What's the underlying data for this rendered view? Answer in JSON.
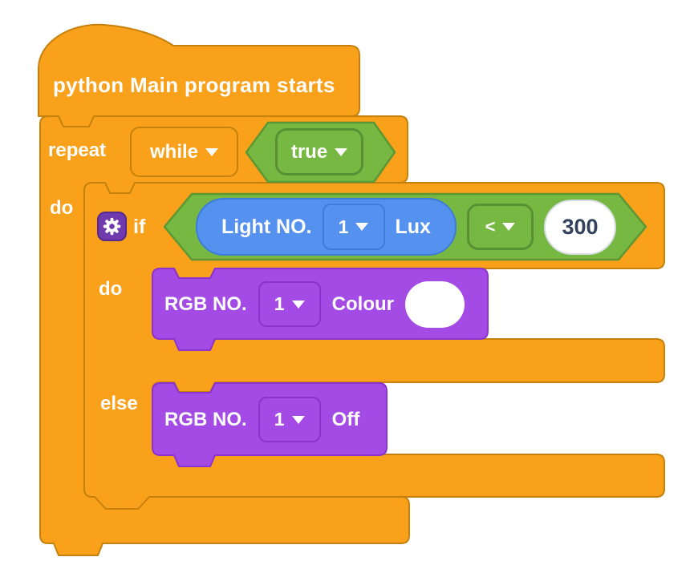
{
  "palette": {
    "orange": "#f9a11b",
    "orange_border": "#c6810d",
    "green": "#77b843",
    "green_border": "#5b9733",
    "blue": "#5591ee",
    "blue_border": "#3e7cd9",
    "purple": "#a44ae5",
    "purple_border": "#8a33cf",
    "gear_badge_bg": "#6f3aae",
    "field_bg": "#ffffff",
    "field_text": "#32415c",
    "label_text": "#ffffff"
  },
  "icons": {
    "gear": "gear-icon",
    "dropdown_arrow": "triangle-down-icon"
  },
  "hat_block": {
    "label": "python Main program starts"
  },
  "repeat_block": {
    "label": "repeat",
    "mode_dropdown": "while",
    "condition_dropdown": "true",
    "do_label": "do"
  },
  "if_block": {
    "label": "if",
    "do_label": "do",
    "else_label": "else"
  },
  "light_sensor_block": {
    "prefix": "Light NO.",
    "number_dropdown": "1",
    "suffix": "Lux"
  },
  "comparison": {
    "operator_dropdown": "<",
    "threshold_value": "300"
  },
  "rgb_colour_block": {
    "prefix": "RGB NO.",
    "number_dropdown": "1",
    "label": "Colour"
  },
  "rgb_off_block": {
    "prefix": "RGB NO.",
    "number_dropdown": "1",
    "label": "Off"
  }
}
